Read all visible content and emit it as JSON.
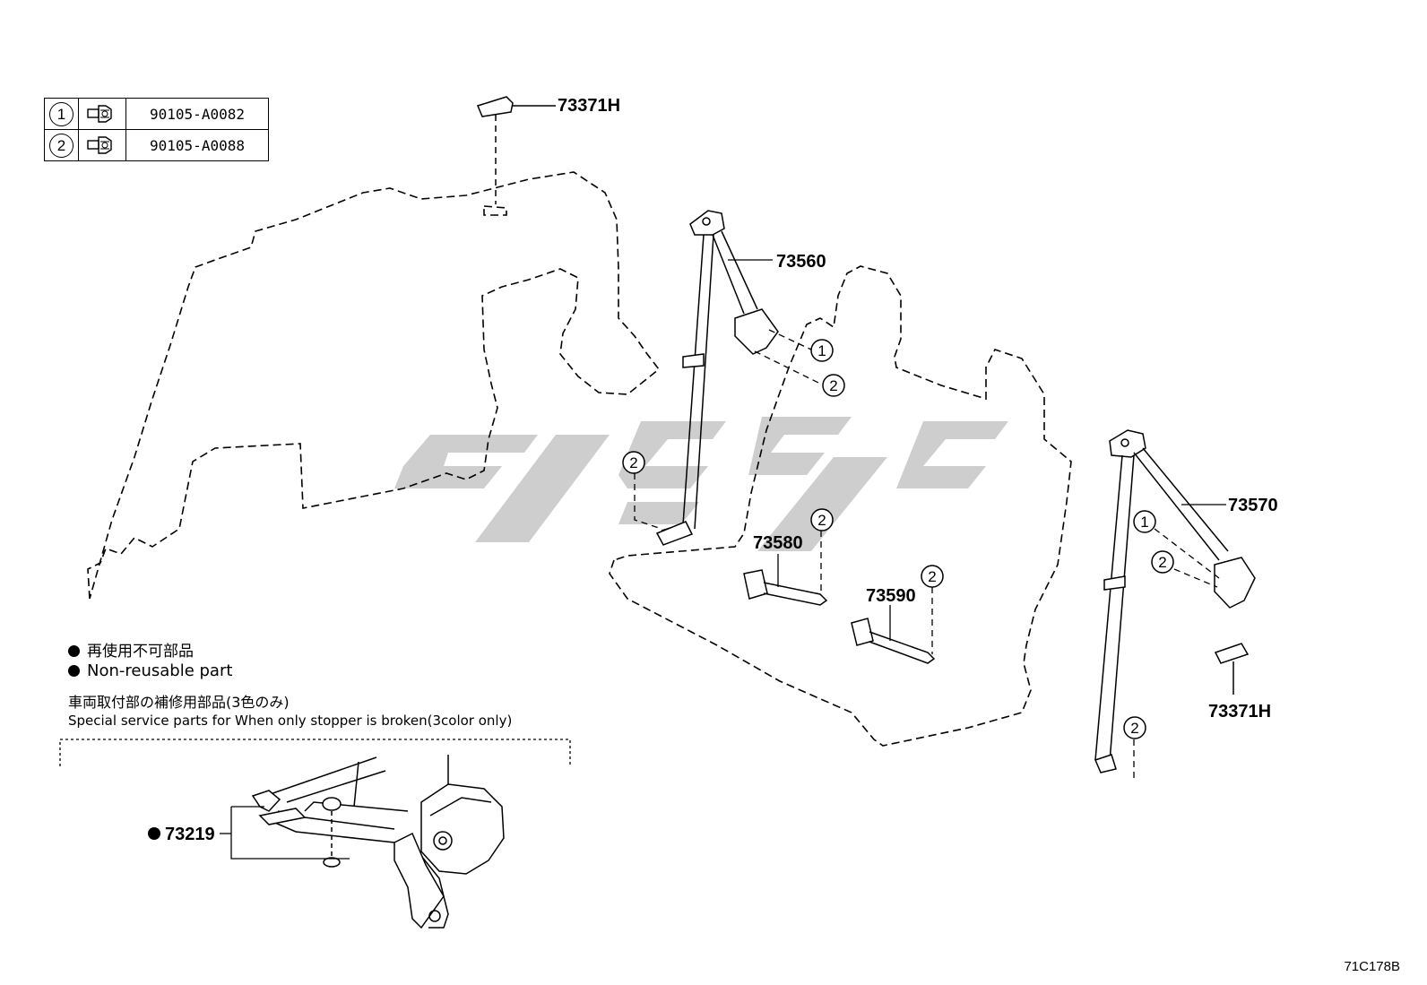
{
  "bolt_table": [
    {
      "ref": "1",
      "icon": "flange-bolt-icon",
      "part_no": "90105-A0082"
    },
    {
      "ref": "2",
      "icon": "flange-bolt-icon",
      "part_no": "90105-A0088"
    }
  ],
  "callouts": {
    "cover_top": "73371H",
    "belt_front": "73560",
    "belt_rear": "73570",
    "buckle_a": "73580",
    "buckle_b": "73590",
    "cover_right": "73371H",
    "stopper": "73219"
  },
  "markers": {
    "one": "1",
    "two": "2"
  },
  "notes": {
    "jp_nonreusable": "再使用不可部品",
    "en_nonreusable": "Non-reusable part",
    "jp_special": "車両取付部の補修用部品(3色のみ)",
    "en_special": "Special service parts for When only stopper is broken(3color only)"
  },
  "diagram_code": "71C178B",
  "colors": {
    "line": "#000000",
    "watermark": "#c9c9c9"
  }
}
